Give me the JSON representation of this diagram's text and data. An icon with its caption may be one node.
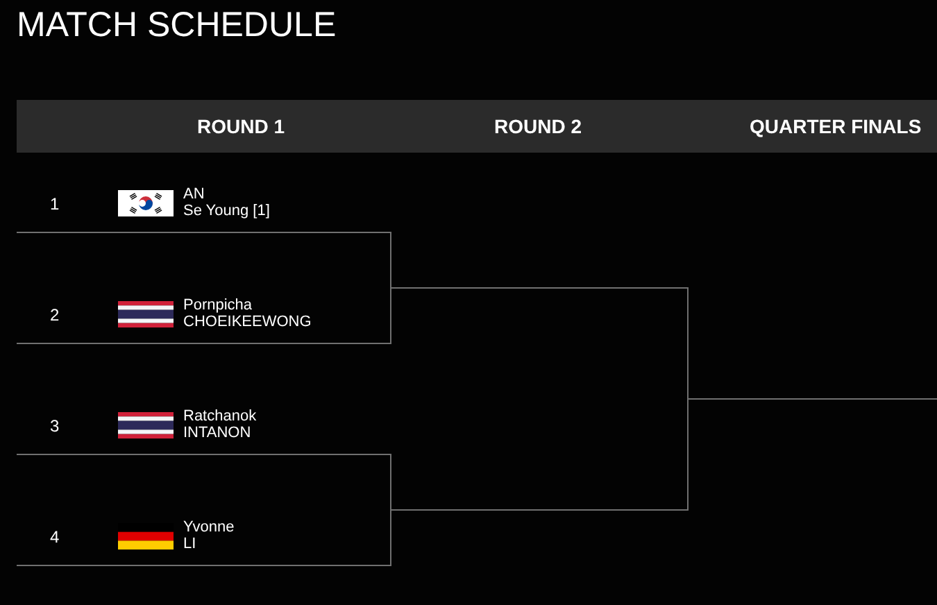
{
  "diagram": {
    "title": "MATCH SCHEDULE",
    "nodes": [
      {
        "text": [
          "1",
          "AN",
          "Se Young [1]"
        ]
      },
      {
        "text": [
          "2",
          "Pornpicha",
          "CHOEIKEEWONG"
        ]
      },
      {
        "text": [
          "3",
          "Ratchanok",
          "INTANON"
        ]
      },
      {
        "text": [
          "4",
          "Yvonne",
          "LI"
        ]
      },
      {
        "text": [],
        "shape": "line"
      },
      {
        "text": [],
        "shape": "line"
      },
      {
        "text": [],
        "shape": "line"
      }
    ],
    "edges": [
      {
        "from": 0,
        "to": 4,
        "arrow": "none"
      },
      {
        "from": 1,
        "to": 4,
        "arrow": "none"
      },
      {
        "from": 2,
        "to": 5,
        "arrow": "none"
      },
      {
        "from": 3,
        "to": 5,
        "arrow": "none"
      },
      {
        "from": 4,
        "to": 6,
        "arrow": "none"
      },
      {
        "from": 5,
        "to": 6,
        "arrow": "none"
      }
    ],
    "labels": [
      "ROUND 1",
      "ROUND 2",
      "QUARTER FINALS"
    ]
  }
}
